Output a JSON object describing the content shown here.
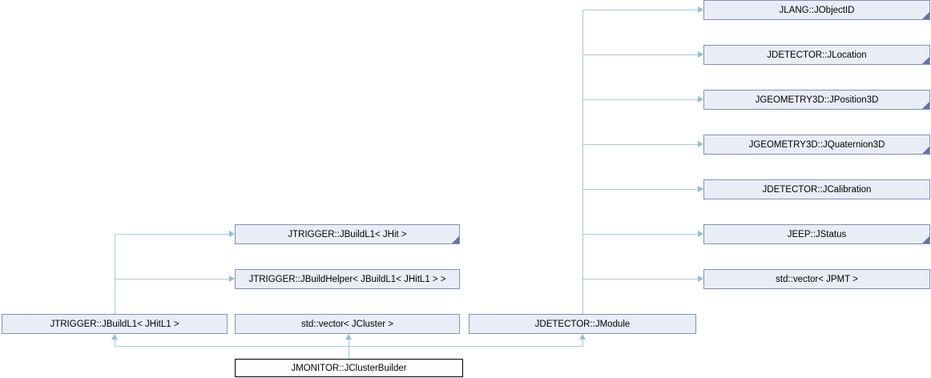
{
  "diagram_type": "class-collaboration-diagram",
  "colors": {
    "background": "#ffffff",
    "node_fill": "#e9edf6",
    "node_border": "#8290bd",
    "main_fill": "#ffffff",
    "main_border": "#000000",
    "edge": "#a6cade",
    "arrow": "#93bdd8",
    "fold": "#5c73b4",
    "text": "#000000"
  },
  "nodes": {
    "jobjectid": {
      "label": "JLANG::JObjectID"
    },
    "jlocation": {
      "label": "JDETECTOR::JLocation"
    },
    "jposition3d": {
      "label": "JGEOMETRY3D::JPosition3D"
    },
    "jquaternion3d": {
      "label": "JGEOMETRY3D::JQuaternion3D"
    },
    "jcalibration": {
      "label": "JDETECTOR::JCalibration"
    },
    "jstatus": {
      "label": "JEEP::JStatus"
    },
    "vector_jpmt": {
      "label": "std::vector< JPMT >"
    },
    "jbuildl1_jhit": {
      "label": "JTRIGGER::JBuildL1< JHit >"
    },
    "jbuildhelper": {
      "label": "JTRIGGER::JBuildHelper< JBuildL1< JHitL1 > >"
    },
    "jbuildl1_jhitl1": {
      "label": "JTRIGGER::JBuildL1< JHitL1 >"
    },
    "vector_jcluster": {
      "label": "std::vector< JCluster >"
    },
    "jmodule": {
      "label": "JDETECTOR::JModule"
    },
    "jclusterbuilder": {
      "label": "JMONITOR::JClusterBuilder"
    }
  }
}
